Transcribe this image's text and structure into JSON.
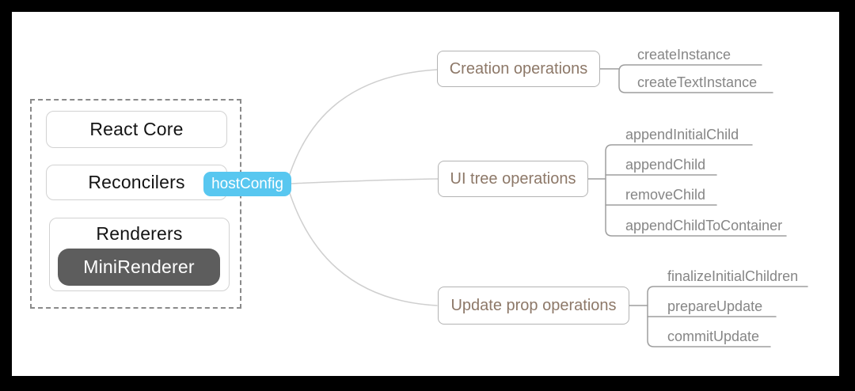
{
  "stack": {
    "items": [
      {
        "label": "React Core"
      },
      {
        "label": "Reconcilers"
      },
      {
        "label": "Renderers",
        "child": "MiniRenderer"
      }
    ]
  },
  "badge": {
    "label": "hostConfig"
  },
  "branches": [
    {
      "label": "Creation operations",
      "children": [
        "createInstance",
        "createTextInstance"
      ]
    },
    {
      "label": "UI tree operations",
      "children": [
        "appendInitialChild",
        "appendChild",
        "removeChild",
        "appendChildToContainer"
      ]
    },
    {
      "label": "Update prop operations",
      "children": [
        "finalizeInitialChildren",
        "prepareUpdate",
        "commitUpdate"
      ]
    }
  ],
  "colors": {
    "frame": "#000000",
    "canvas_bg": "#ffffff",
    "badge_bg": "#58c7f0",
    "badge_text": "#ffffff",
    "branch_label": "#8d7868",
    "leaf_label": "#868686",
    "mini_renderer_bg": "#5d5d5d",
    "box_border": "#d2d2d2",
    "branch_line": "#9e9e9e",
    "curve_line": "#cfcfcf",
    "dashed_border": "#8a8a8a"
  }
}
